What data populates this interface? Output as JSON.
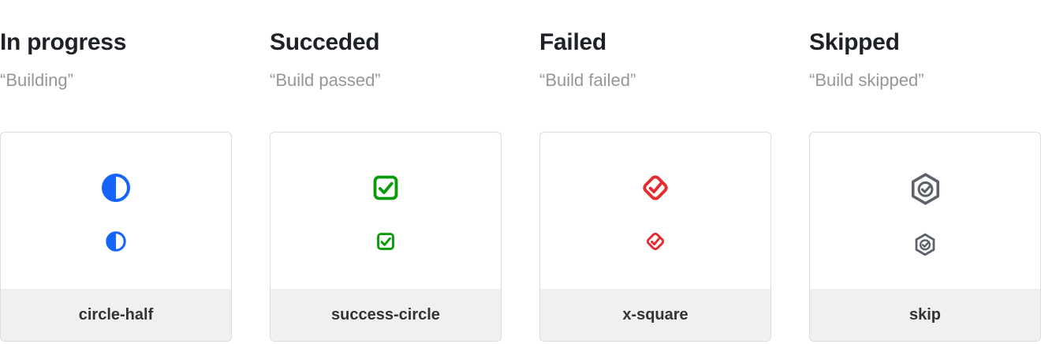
{
  "page": {
    "background": "#ffffff",
    "description": "Build state icon reference cards"
  },
  "colors": {
    "heading_text": "#1e2227",
    "subtitle_text": "#96969b",
    "card_border": "#dcdcdc",
    "card_footer_bg": "#f0f0f0",
    "card_footer_text": "#333333",
    "in_progress_blue": "#1565fc",
    "succeeded_green": "#0a9b0a",
    "failed_red": "#e62b2e",
    "skipped_gray": "#5c616c"
  },
  "columns": [
    {
      "title": "In progress",
      "subtitle": "“Building”",
      "icon": "circle-half-icon",
      "icon_color": "#1565fc",
      "label": "circle-half"
    },
    {
      "title": "Succeded",
      "subtitle": "“Build passed”",
      "icon": "check-square-icon",
      "icon_color": "#0a9b0a",
      "label": "success-circle"
    },
    {
      "title": "Failed",
      "subtitle": "“Build failed”",
      "icon": "check-diamond-icon",
      "icon_color": "#e62b2e",
      "label": "x-square"
    },
    {
      "title": "Skipped",
      "subtitle": "“Build skipped”",
      "icon": "check-hexagon-icon",
      "icon_color": "#5c616c",
      "label": "skip"
    }
  ]
}
